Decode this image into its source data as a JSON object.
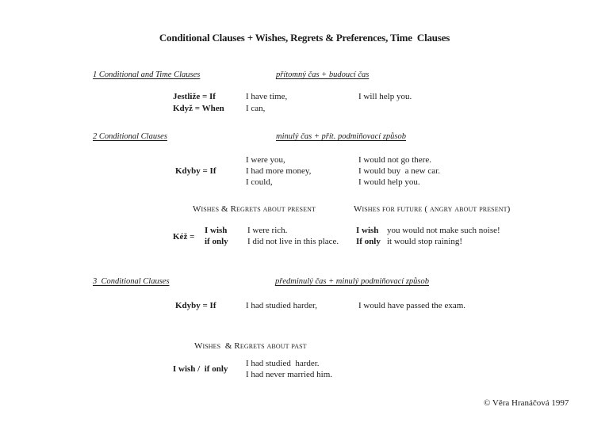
{
  "page": {
    "title": "Conditional Clauses + Wishes, Regrets & Preferences, Time  Clauses",
    "copyright": "© Věra Hranáčová 1997"
  },
  "section1": {
    "heading_left": "1 Conditional and Time Clauses",
    "heading_right": "přítomný čas + budoucí čas",
    "rows": [
      {
        "key": "Jestliže = If",
        "condition": "I have time,",
        "result": "I will help you."
      },
      {
        "key": "Když = When",
        "condition": "I can,",
        "result": ""
      }
    ]
  },
  "section2": {
    "heading_left": "2 Conditional Clauses",
    "heading_right": "minulý čas + přít. podmiňovací způsob",
    "key": "Kdyby = If",
    "conditions": [
      "I were you,",
      "I had more money,",
      "I could,"
    ],
    "results": [
      "I would not go there.",
      "I would buy  a new car.",
      "I would help you."
    ]
  },
  "wishes_present": {
    "heading_left": "Wishes & Regrets about present",
    "heading_right": "Wishes for future ( angry about present)",
    "key": "Kéž =",
    "left_labels": [
      "I wish",
      "if only"
    ],
    "left_examples": [
      "I were rich.",
      "I did not live in this place."
    ],
    "right_labels": [
      "I wish",
      "If only"
    ],
    "right_examples": [
      "you would not make such noise!",
      "it would stop raining!"
    ]
  },
  "section3": {
    "heading_left": "3  Conditional Clauses",
    "heading_right": "předminulý čas + minulý podmiňovací způsob",
    "key": "Kdyby = If",
    "condition": "I had studied harder,",
    "result": "I would have passed the exam."
  },
  "wishes_past": {
    "heading": "Wishes  & Regrets about past",
    "key": "I wish /  if only",
    "examples": [
      "I had studied  harder.",
      "I had never married him."
    ]
  }
}
